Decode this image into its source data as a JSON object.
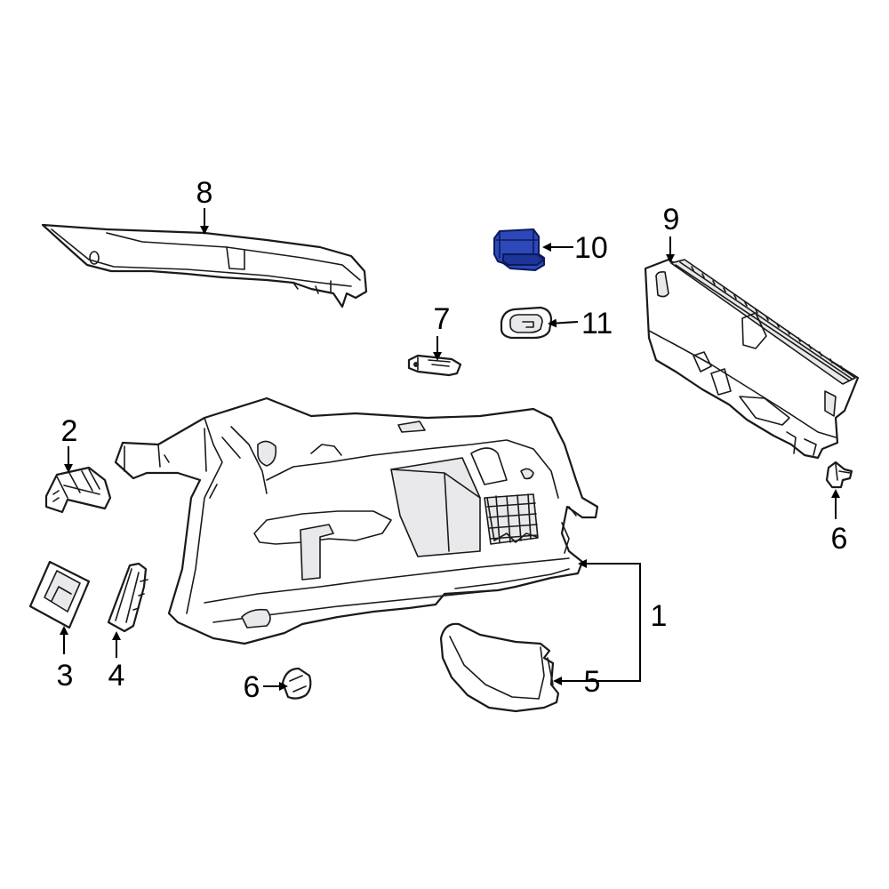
{
  "callouts": {
    "c1": "1",
    "c2": "2",
    "c3": "3",
    "c4": "4",
    "c5": "5",
    "c6a": "6",
    "c6b": "6",
    "c7": "7",
    "c8": "8",
    "c9": "9",
    "c10": "10",
    "c11": "11"
  },
  "colors": {
    "highlight": "#2d48b8",
    "line": "#1a1a1a"
  }
}
